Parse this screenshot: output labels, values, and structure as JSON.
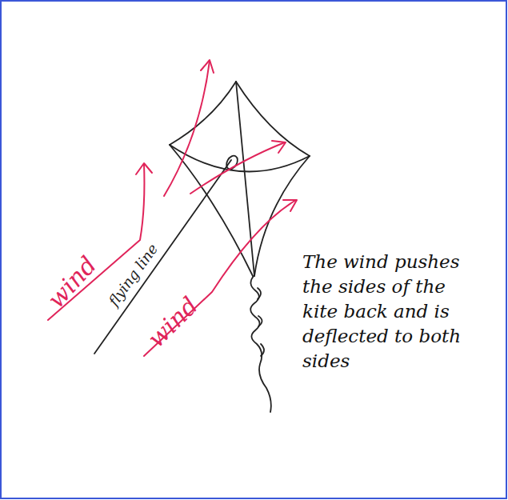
{
  "diagram": {
    "labels": [
      "wind",
      "flying line",
      "wind",
      "The wind pushes the sides of the kite back and is deflected to both sides"
    ]
  }
}
